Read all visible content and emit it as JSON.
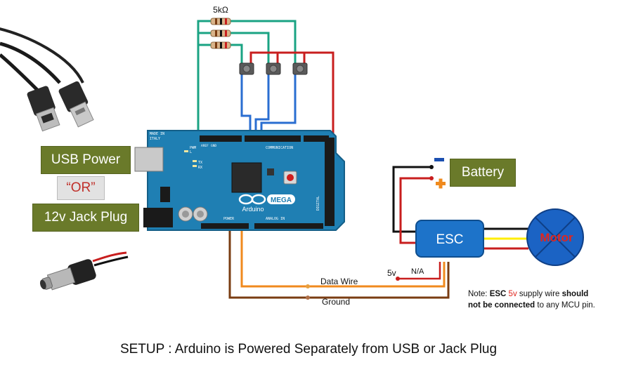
{
  "labels": {
    "resistor": "5kΩ",
    "usb_power": "USB Power",
    "or": "“OR”",
    "jack_plug": "12v Jack Plug",
    "battery": "Battery",
    "esc": "ESC",
    "motor": "Motor",
    "data_wire": "Data Wire",
    "ground": "Ground",
    "five_v": "5v",
    "na": "N/A",
    "minus": "−",
    "plus": "+"
  },
  "board": {
    "brand": "Arduino",
    "model": "MEGA",
    "made_in": "MADE IN",
    "country": "ITALY",
    "pwm": "PWM",
    "communication": "COMMUNICATION",
    "power": "POWER",
    "analog_in": "ANALOG IN",
    "digital": "DIGITAL",
    "tx": "TX",
    "rx": "RX",
    "l": "L",
    "aref": "AREF",
    "gnd": "GND"
  },
  "note": {
    "prefix": "Note: ",
    "esc": "ESC",
    "five_v": "5v",
    "mid1": " supply  wire ",
    "should": "should",
    "not_connected": "not be connected",
    "tail": " to any MCU pin."
  },
  "caption": "SETUP : Arduino is Powered Separately from USB or Jack Plug",
  "colors": {
    "board": "#1f7fb3",
    "board_dark": "#145f88",
    "label_box": "#6a7a2a",
    "esc": "#1d73c9",
    "motor": "#1b63c4",
    "motor_text": "#e0261e",
    "wire_green": "#1aa383",
    "wire_blue": "#2a6ed1",
    "wire_red": "#c81e1e",
    "wire_orange": "#f08a1e",
    "wire_brown": "#7a3c12",
    "wire_yellow": "#ffee00"
  }
}
